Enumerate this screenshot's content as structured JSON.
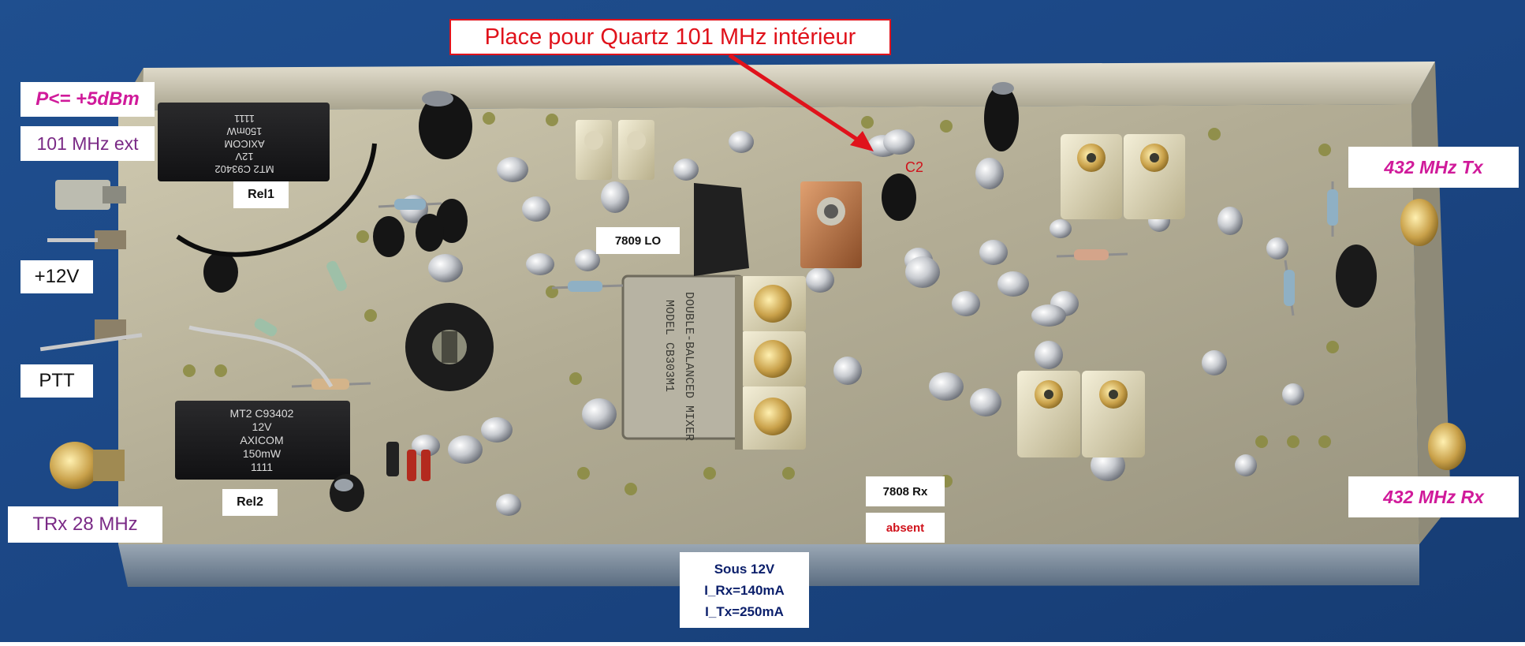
{
  "labels": {
    "quartz_note": "Place pour Quartz 101 MHz intérieur",
    "power_limit": "P<= +5dBm",
    "ext_101": "101 MHz ext",
    "plus_12v": "+12V",
    "ptt": "PTT",
    "trx_28": "TRx 28 MHz",
    "tx_432": "432 MHz Tx",
    "rx_432": "432 MHz Rx",
    "rel1": "Rel1",
    "rel2": "Rel2",
    "lo_7809": "7809 LO",
    "rx_7808": "7808 Rx",
    "absent": "absent",
    "supply": [
      "Sous 12V",
      "I_Rx=140mA",
      "I_Tx=250mA"
    ]
  },
  "components": {
    "mixer_lines": [
      "DOUBLE-BALANCED MIXER",
      "MODEL CB303M1"
    ],
    "relay_top_lines": [
      "MT2 C93402",
      "12V",
      "AXICOM",
      "150mW",
      "1111"
    ],
    "relay_bottom_lines": [
      "MT2 C93402",
      "12V",
      "AXICOM",
      "150mW",
      "1111"
    ]
  },
  "colors": {
    "background_blue": "#1e4f8e",
    "board_metal": "#b9b39a",
    "label_red": "#e0121b",
    "label_magenta": "#d01a9a",
    "label_purple": "#7a2a86"
  }
}
